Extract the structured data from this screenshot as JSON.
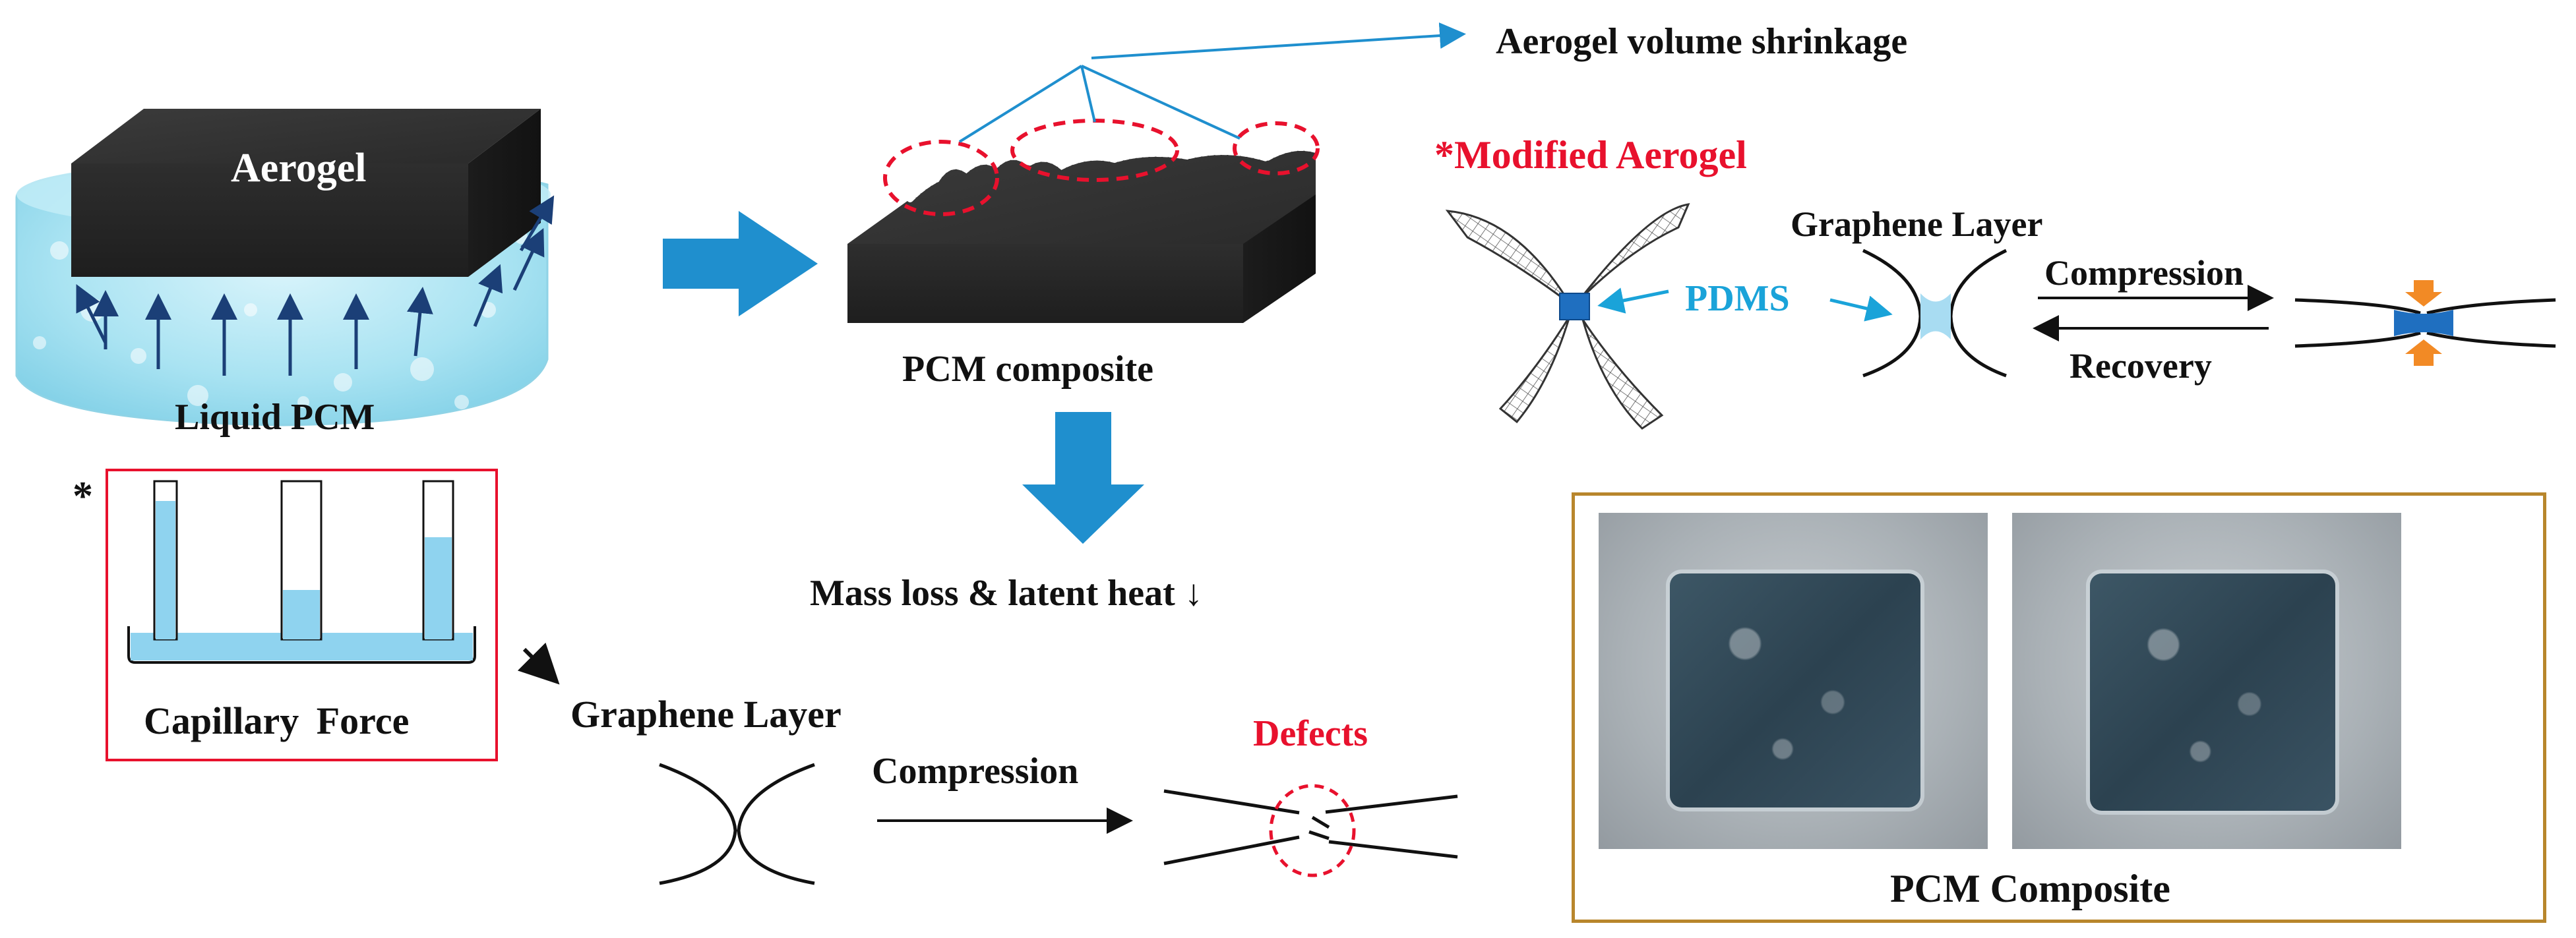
{
  "labels": {
    "aerogel": "Aerogel",
    "liquid_pcm": "Liquid PCM",
    "pcm_composite_top": "PCM composite",
    "aerogel_shrinkage": "Aerogel volume shrinkage",
    "modified_aerogel": "*Modified Aerogel",
    "graphene_layer_top": "Graphene Layer",
    "pdms": "PDMS",
    "compression_top": "Compression",
    "recovery": "Recovery",
    "asterisk": "*",
    "capillary_force": "Capillary Force",
    "mass_loss": "Mass loss & latent heat ↓",
    "graphene_layer_bottom": "Graphene Layer",
    "compression_bottom": "Compression",
    "defects": "Defects",
    "pcm_composite_photo": "PCM Composite"
  },
  "colors": {
    "accent_blue": "#1f8fce",
    "defect_red": "#e8112d",
    "pdms_cyan": "#1aa3d9",
    "frame_gold": "#b8862c",
    "aerogel_dark": "#3a3a3a"
  },
  "icons": [
    "right-arrow-icon",
    "down-arrow-icon",
    "capillary-tube-icon",
    "orange-arrow-icon"
  ]
}
